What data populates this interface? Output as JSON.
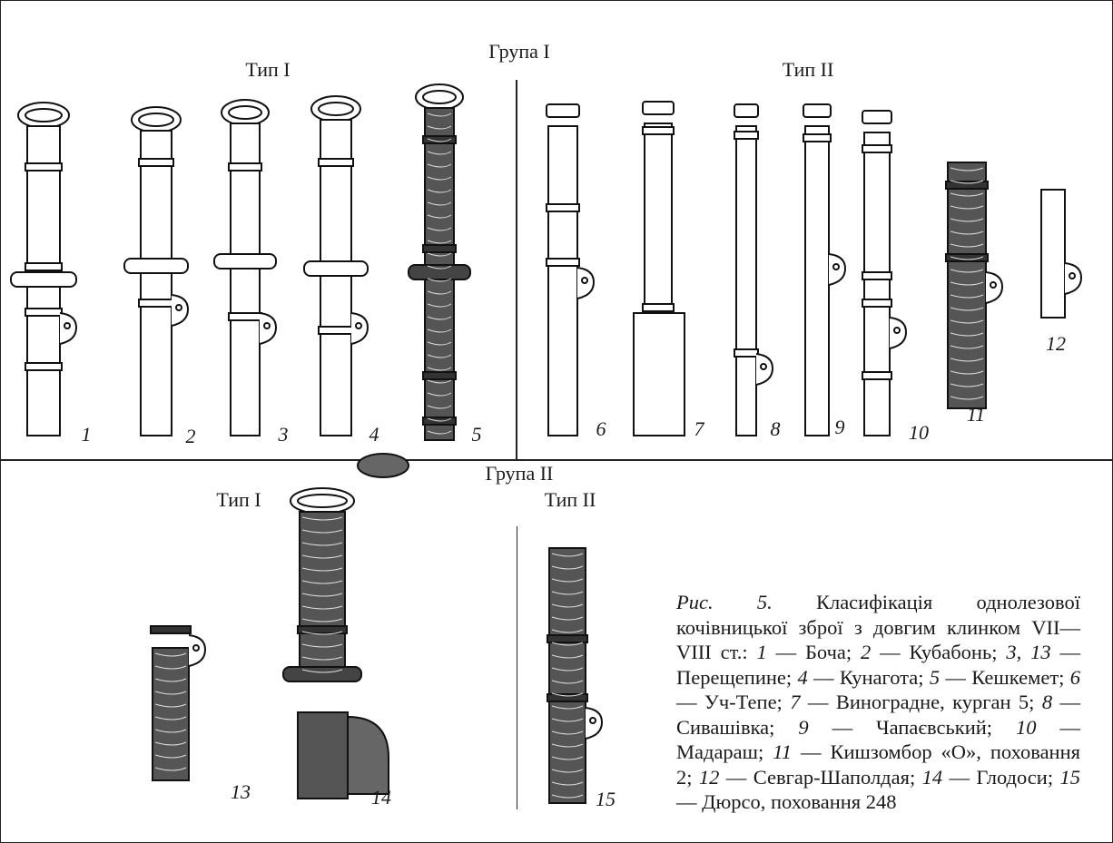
{
  "group1": {
    "title": "Група I",
    "type1_label": "Тип I",
    "type2_label": "Тип II",
    "numbers": [
      "1",
      "2",
      "3",
      "4",
      "5",
      "6",
      "7",
      "8",
      "9",
      "10",
      "11",
      "12"
    ]
  },
  "group2": {
    "title": "Група II",
    "type1_label": "Тип I",
    "type2_label": "Тип II",
    "numbers": [
      "13",
      "14",
      "15"
    ]
  },
  "caption": {
    "fig": "Рис. 5.",
    "text": "Класифікація однолезової кочівницької зброї з довгим клинком VII—VIII ст.:",
    "items": [
      {
        "n": "1",
        "place": "Боча;"
      },
      {
        "n": "2",
        "place": "Кубабонь;"
      },
      {
        "n": "3, 13",
        "place": "Перещепине;"
      },
      {
        "n": "4",
        "place": "Кунагота;"
      },
      {
        "n": "5",
        "place": "Кешкемет;"
      },
      {
        "n": "6",
        "place": "Уч-Тепе;"
      },
      {
        "n": "7",
        "place": "Виноградне, курган 5;"
      },
      {
        "n": "8",
        "place": "Сивашівка;"
      },
      {
        "n": "9",
        "place": "Чапаєвський;"
      },
      {
        "n": "10",
        "place": "Мадараш;"
      },
      {
        "n": "11",
        "place": "Кишзомбор «О», поховання 2;"
      },
      {
        "n": "12",
        "place": "Севгар-Шаполдая;"
      },
      {
        "n": "14",
        "place": "Глодоси;"
      },
      {
        "n": "15",
        "place": "Дюрсо, поховання 248"
      }
    ]
  }
}
